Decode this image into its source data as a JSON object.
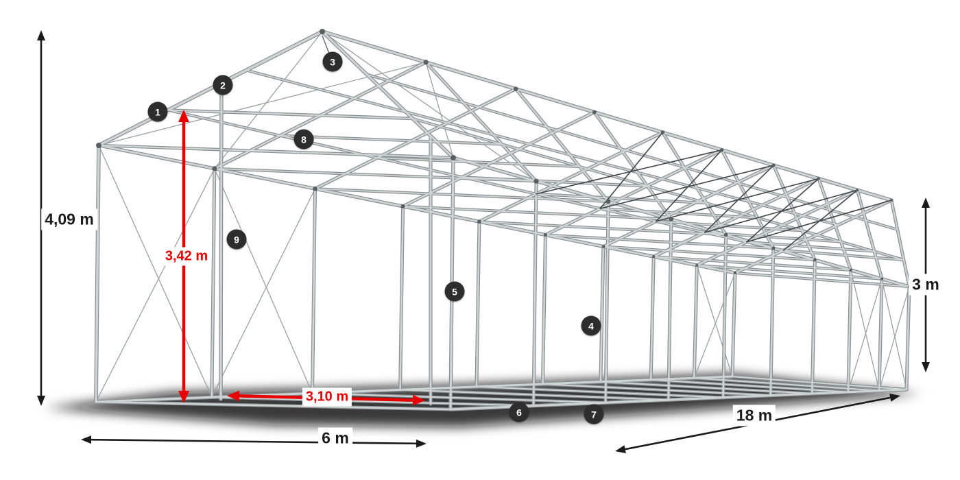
{
  "colors": {
    "accent_red": "#e60000",
    "badge_background": "#2d2d2d",
    "frame_light": "#ced3d5",
    "frame_dark": "#8a9093",
    "cable": "#9aa0a4",
    "dimension_black": "#1a1a1a"
  },
  "dimensions": {
    "total_height": "4,09 m",
    "inner_height": "3,42 m",
    "passage_width": "3,10 m",
    "side_height": "3 m",
    "front_width": "6 m",
    "length": "18 m"
  },
  "callouts": [
    {
      "number": "1"
    },
    {
      "number": "2"
    },
    {
      "number": "3"
    },
    {
      "number": "4"
    },
    {
      "number": "5"
    },
    {
      "number": "6"
    },
    {
      "number": "7"
    },
    {
      "number": "8"
    },
    {
      "number": "9"
    }
  ]
}
